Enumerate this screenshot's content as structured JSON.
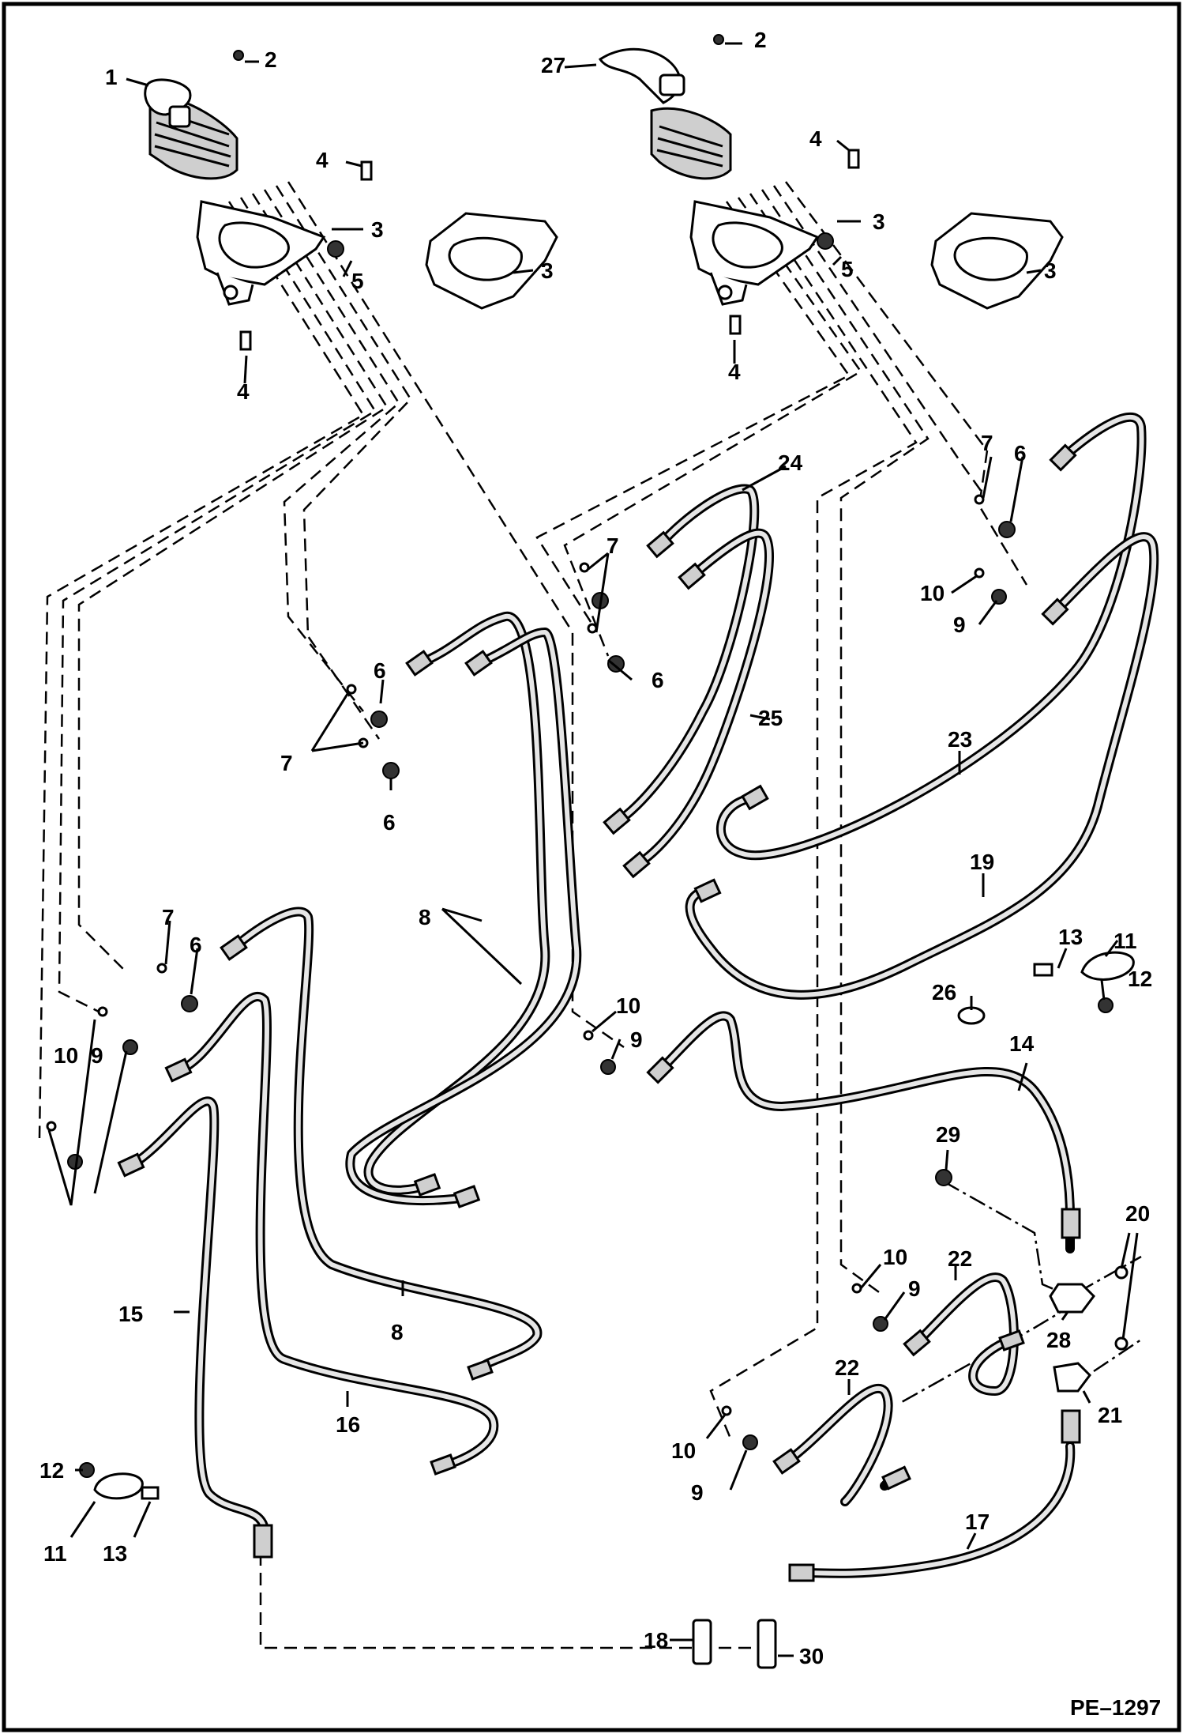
{
  "figure_code": "PE–1297",
  "callouts": [
    "1",
    "2",
    "3",
    "4",
    "5",
    "6",
    "7",
    "8",
    "9",
    "10",
    "11",
    "12",
    "13",
    "14",
    "15",
    "16",
    "17",
    "18",
    "19",
    "20",
    "21",
    "22",
    "23",
    "24",
    "25",
    "26",
    "27",
    "28",
    "29",
    "30"
  ]
}
